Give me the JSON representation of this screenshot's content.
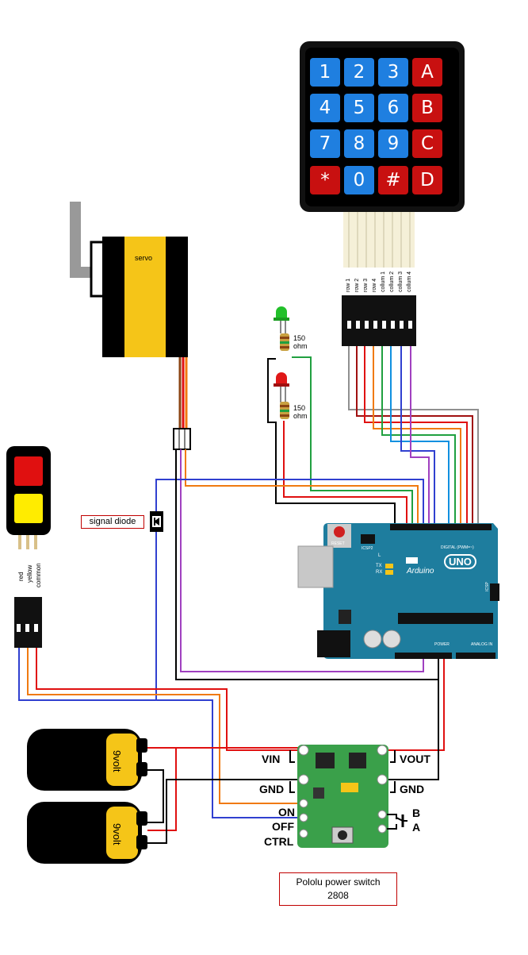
{
  "keypad": {
    "keys": [
      {
        "label": "1",
        "color": "blue"
      },
      {
        "label": "2",
        "color": "blue"
      },
      {
        "label": "3",
        "color": "blue"
      },
      {
        "label": "A",
        "color": "red"
      },
      {
        "label": "4",
        "color": "blue"
      },
      {
        "label": "5",
        "color": "blue"
      },
      {
        "label": "6",
        "color": "blue"
      },
      {
        "label": "B",
        "color": "red"
      },
      {
        "label": "7",
        "color": "blue"
      },
      {
        "label": "8",
        "color": "blue"
      },
      {
        "label": "9",
        "color": "blue"
      },
      {
        "label": "C",
        "color": "red"
      },
      {
        "label": "*",
        "color": "red"
      },
      {
        "label": "0",
        "color": "blue"
      },
      {
        "label": "#",
        "color": "red"
      },
      {
        "label": "D",
        "color": "red"
      }
    ],
    "pins": [
      "row 1",
      "row 2",
      "row 3",
      "row 4",
      "collum 1",
      "collum 2",
      "collum 3",
      "collum 4"
    ]
  },
  "servo": {
    "label": "servo"
  },
  "leds": {
    "green_resistor": "150\nohm",
    "red_resistor": "150\nohm",
    "resistor_value": "150",
    "resistor_unit": "ohm"
  },
  "diode": {
    "label": "signal diode"
  },
  "signal_light": {
    "pins": [
      "red",
      "yellow",
      "common"
    ]
  },
  "batteries": [
    {
      "label": "9volt"
    },
    {
      "label": "9volt"
    }
  ],
  "arduino": {
    "brand": "Arduino",
    "model": "UNO",
    "reset": "RESET",
    "icsp2": "ICSP2",
    "icsp": "ICSP",
    "tx": "TX",
    "rx": "RX",
    "l": "L",
    "on": "ON",
    "digital": "DIGITAL (PWM=~)",
    "power": "POWER",
    "analog": "ANALOG IN"
  },
  "power_switch": {
    "pins_left": [
      "VIN",
      "GND",
      "ON",
      "OFF",
      "CTRL"
    ],
    "pins_right": [
      "VOUT",
      "GND"
    ],
    "button_labels": [
      "B",
      "A"
    ],
    "caption_line1": "Pololu power switch",
    "caption_line2": "2808"
  },
  "colors": {
    "red": "#e01010",
    "orange": "#f07a10",
    "blue": "#3040d0",
    "purple": "#a040c0",
    "green": "#20a040",
    "cyan": "#1090e0",
    "gray": "#909090",
    "darkred": "#a01010",
    "black": "#000000",
    "arduino_teal": "#1e7d9e"
  }
}
